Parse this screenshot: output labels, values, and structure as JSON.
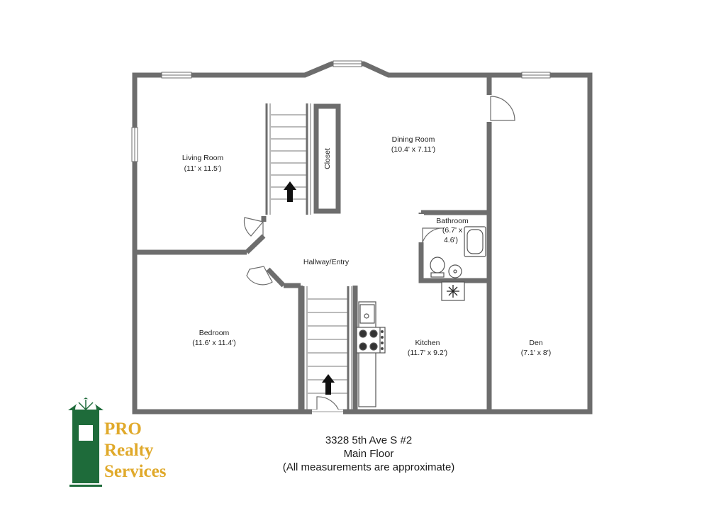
{
  "floorplan": {
    "rooms": {
      "living_room": {
        "name": "Living Room",
        "size": "(11' x 11.5')"
      },
      "dining_room": {
        "name": "Dining Room",
        "size": "(10.4' x 7.11')"
      },
      "closet": {
        "name": "Closet"
      },
      "bathroom": {
        "name": "Bathroom",
        "size_line1": "(6.7' x",
        "size_line2": "4.6')"
      },
      "hallway": {
        "name": "Hallway/Entry"
      },
      "bedroom": {
        "name": "Bedroom",
        "size": "(11.6' x 11.4')"
      },
      "kitchen": {
        "name": "Kitchen",
        "size": "(11.7' x 9.2')"
      },
      "den": {
        "name": "Den",
        "size": "(7.1' x 8')"
      }
    },
    "caption": {
      "address": "3328 5th Ave S #2",
      "floor": "Main Floor",
      "note": "(All measurements are approximate)"
    }
  },
  "logo": {
    "line1": "PRO",
    "line2": "Realty",
    "line3": "Services",
    "green": "#1e6b3a",
    "gold": "#e0a92a"
  },
  "colors": {
    "wall": "#6d6d6d",
    "text": "#222222"
  }
}
